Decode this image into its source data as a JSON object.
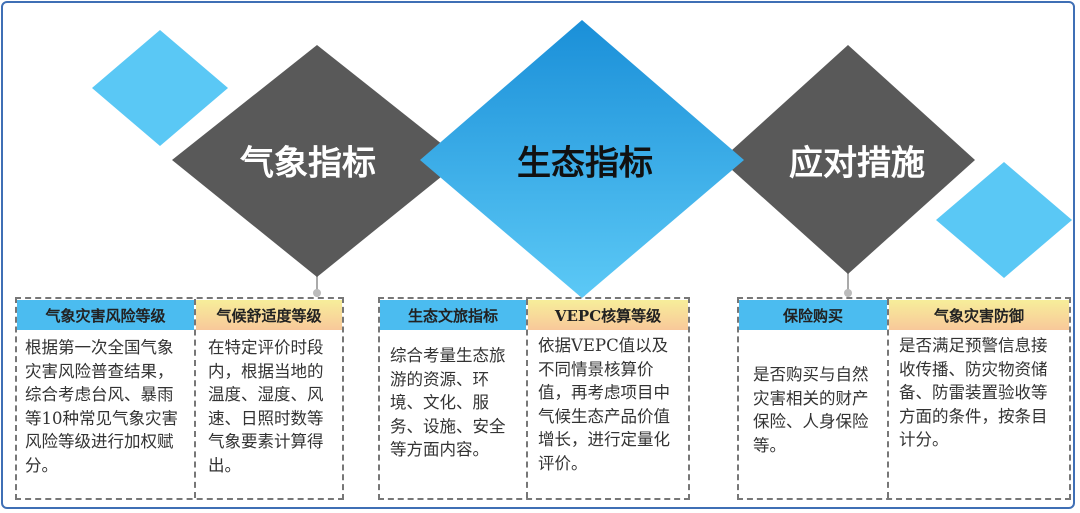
{
  "diamonds": [
    "气象指标",
    "生态指标",
    "应对措施"
  ],
  "groups": [
    {
      "cols": [
        {
          "title": "气象灾害风险等级",
          "text": "根据第一次全国气象灾害风险普查结果，综合考虑台风、暴雨等10种常见气象灾害风险等级进行加权赋分。"
        },
        {
          "title": "气候舒适度等级",
          "text": "在特定评价时段内，根据当地的温度、湿度、风速、日照时数等气象要素计算得出。"
        }
      ]
    },
    {
      "cols": [
        {
          "title": "生态文旅指标",
          "text": "综合考量生态旅游的资源、环境、文化、服务、设施、安全等方面内容。"
        },
        {
          "title": "VEPC核算等级",
          "text": "依据VEPC值以及不同情景核算价值，再考虑项目中气候生态产品价值增长，进行定量化评价。"
        }
      ]
    },
    {
      "cols": [
        {
          "title": "保险购买",
          "text": "是否购买与自然灾害相关的财产保险、人身保险等。"
        },
        {
          "title": "气象灾害防御",
          "text": "是否满足预警信息接收传播、防灾物资储备、防雷装置验收等方面的条件，按条目计分。"
        }
      ]
    }
  ],
  "colors": {
    "gray": "#595959",
    "blue": "#1ea0e6",
    "light_blue": "#5ac8f5"
  }
}
